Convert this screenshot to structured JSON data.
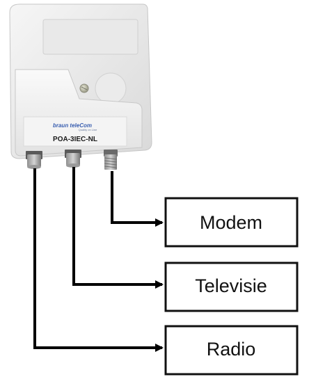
{
  "device": {
    "brand": "braun teleCom",
    "tagline": "Quality on Line",
    "model": "POA-3IEC-NL"
  },
  "outputs": [
    {
      "label": "Modem"
    },
    {
      "label": "Televisie"
    },
    {
      "label": "Radio"
    }
  ],
  "colors": {
    "line": "#000000",
    "box_border": "#111111",
    "device_body": "#ececec",
    "brand_text": "#3a5fb0"
  }
}
